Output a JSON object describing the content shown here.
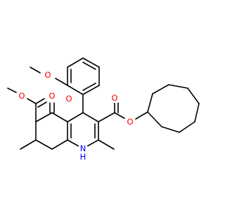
{
  "molecule": {
    "atoms": {
      "o_methoxy_ether": "O",
      "o_ester_left_carbonyl": "O",
      "o_ester_left_ether": "O",
      "o_ketone": "O",
      "o_ester_right_carbonyl": "O",
      "o_ester_right_ether": "O",
      "n_ring_nh": "N",
      "h_ring_nh": "H"
    },
    "colors": {
      "bond": "#000000",
      "oxygen": "#ff0000",
      "nitrogen": "#0000ff"
    }
  }
}
